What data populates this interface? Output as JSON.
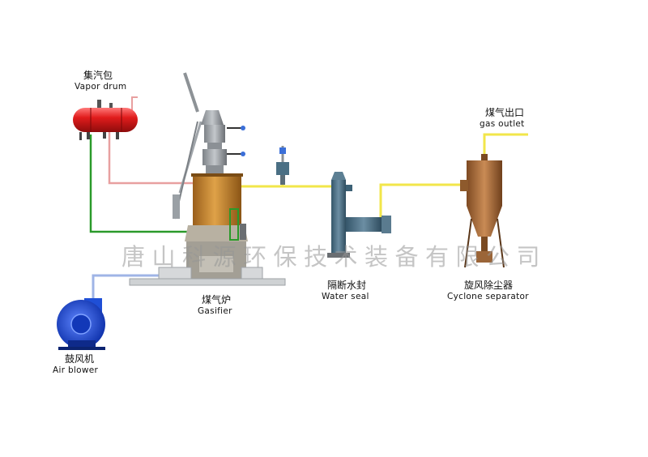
{
  "labels": {
    "vapor_drum_zh": "集汽包",
    "vapor_drum_en": "Vapor drum",
    "gas_outlet_zh": "煤气出口",
    "gas_outlet_en": "gas outlet",
    "water_seal_zh": "隔断水封",
    "water_seal_en": "Water seal",
    "cyclone_zh": "旋风除尘器",
    "cyclone_en": "Cyclone separator",
    "gasifier_zh": "煤气炉",
    "gasifier_en": "Gasifier",
    "blower_zh": "鼓风机",
    "blower_en": "Air blower"
  },
  "watermark": "唐山科源环保技术装备有限公司",
  "colors": {
    "gas_pipe": "#f2e64a",
    "steam_pipe": "#e8a0a0",
    "water_pipe": "#2a9a2a",
    "air_pipe": "#9fb4e6",
    "vapor_drum": "#e02020",
    "gasifier_body": "#c98a2e",
    "water_seal": "#4a6f84",
    "cyclone": "#a86a35",
    "air_blower": "#1f4fd6"
  }
}
